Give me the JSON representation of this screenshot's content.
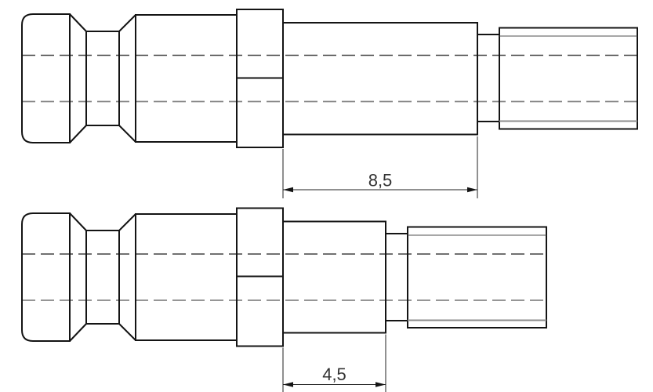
{
  "page": {
    "background_color": "#ffffff"
  },
  "drawing": {
    "kind": "technical-2d-part-drawing",
    "style": {
      "outline_color": "#141414",
      "hidden_bore_line_color_dark": "#424242",
      "hidden_bore_line_color_light": "#888888",
      "thread_minor_line_color_dark": "#4f4f4f",
      "thread_minor_line_color_light": "#8c8c8c",
      "dimension_line_color": "#222222",
      "dimension_text_color": "#333333"
    },
    "views": [
      {
        "id": "upper-view",
        "dimension": {
          "label": "8,5",
          "value": 8.5
        }
      },
      {
        "id": "lower-view",
        "dimension": {
          "label": "4,5",
          "value": 4.5
        }
      }
    ]
  }
}
